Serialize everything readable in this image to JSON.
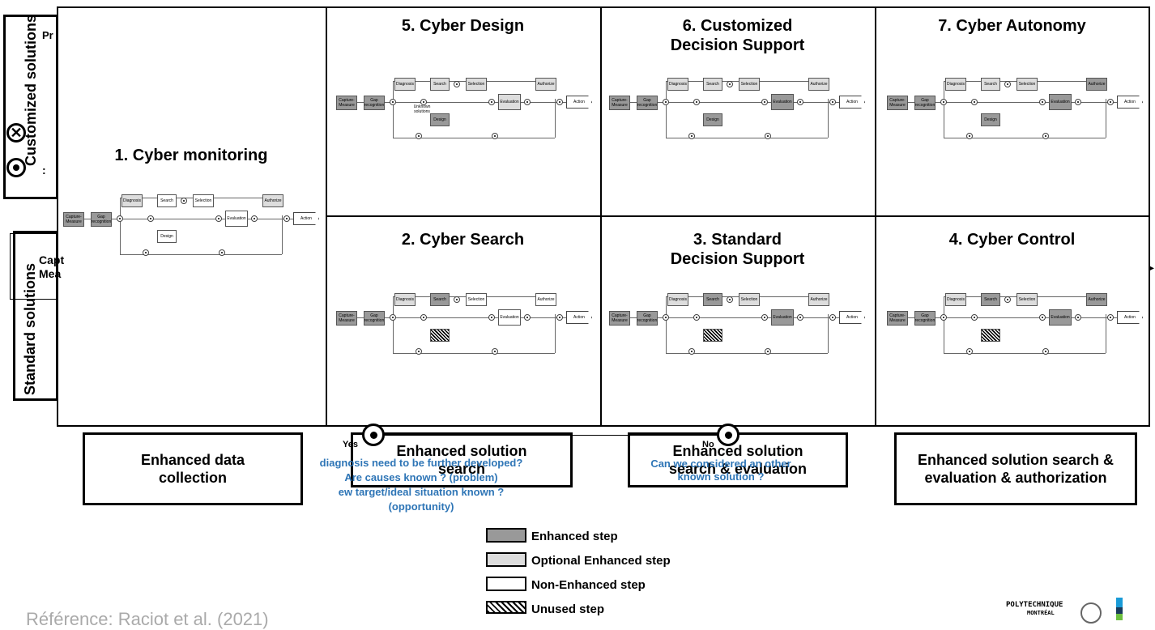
{
  "cells": {
    "c1": "1. Cyber monitoring",
    "c5": "5. Cyber Design",
    "c6_l1": "6. Customized",
    "c6_l2": "Decision Support",
    "c7": "7. Cyber Autonomy",
    "c2": "2. Cyber Search",
    "c3_l1": "3. Standard",
    "c3_l2": "Decision Support",
    "c4": "4. Cyber Control"
  },
  "mini": {
    "capture_measure": "Capture-Measure",
    "gap_recognition": "Gap recognition",
    "diagnosis": "Diagnosis",
    "search": "Search",
    "selection": "Selection",
    "design": "Design",
    "evaluation": "Evaluation",
    "authorize": "Authorize",
    "action": "Action",
    "yes": "Yes",
    "no": "No",
    "unknown_solutions": "Unknown solutions"
  },
  "side": {
    "customized": "Customized solutions",
    "standard": "Standard solutions",
    "pr_fragment": "Pr",
    "capt_fragment": "Capt",
    "mea_fragment": "Mea",
    "colon": ":"
  },
  "bottom": {
    "b1": "Enhanced data collection",
    "b2": "Enhanced solution search",
    "b3": "Enhanced solution search & evaluation",
    "b4": "Enhanced solution search & evaluation & authorization"
  },
  "overlay": {
    "yes": "Yes",
    "no": "No",
    "q1_l1": "diagnosis need to be further developed?",
    "q1_l2": "Are causes known ? (problem)",
    "q1_l3": "ew target/ideal situation known ?",
    "q1_l4": "(opportunity)",
    "q2_l1": "Can we considered an other",
    "q2_l2": "known solution ?"
  },
  "legend": {
    "enhanced": "Enhanced step",
    "optional": "Optional Enhanced step",
    "non_enhanced": "Non-Enhanced step",
    "unused": "Unused step"
  },
  "footer": {
    "reference": "Référence: Raciot et al. (2021)",
    "logo_text_1": "POLYTECHNIQUE",
    "logo_text_2": "MONTRÉAL"
  },
  "colors": {
    "enhanced": "#999999",
    "optional": "#dddddd",
    "non_enhanced": "#ffffff",
    "blue_text": "#2e75b6"
  }
}
